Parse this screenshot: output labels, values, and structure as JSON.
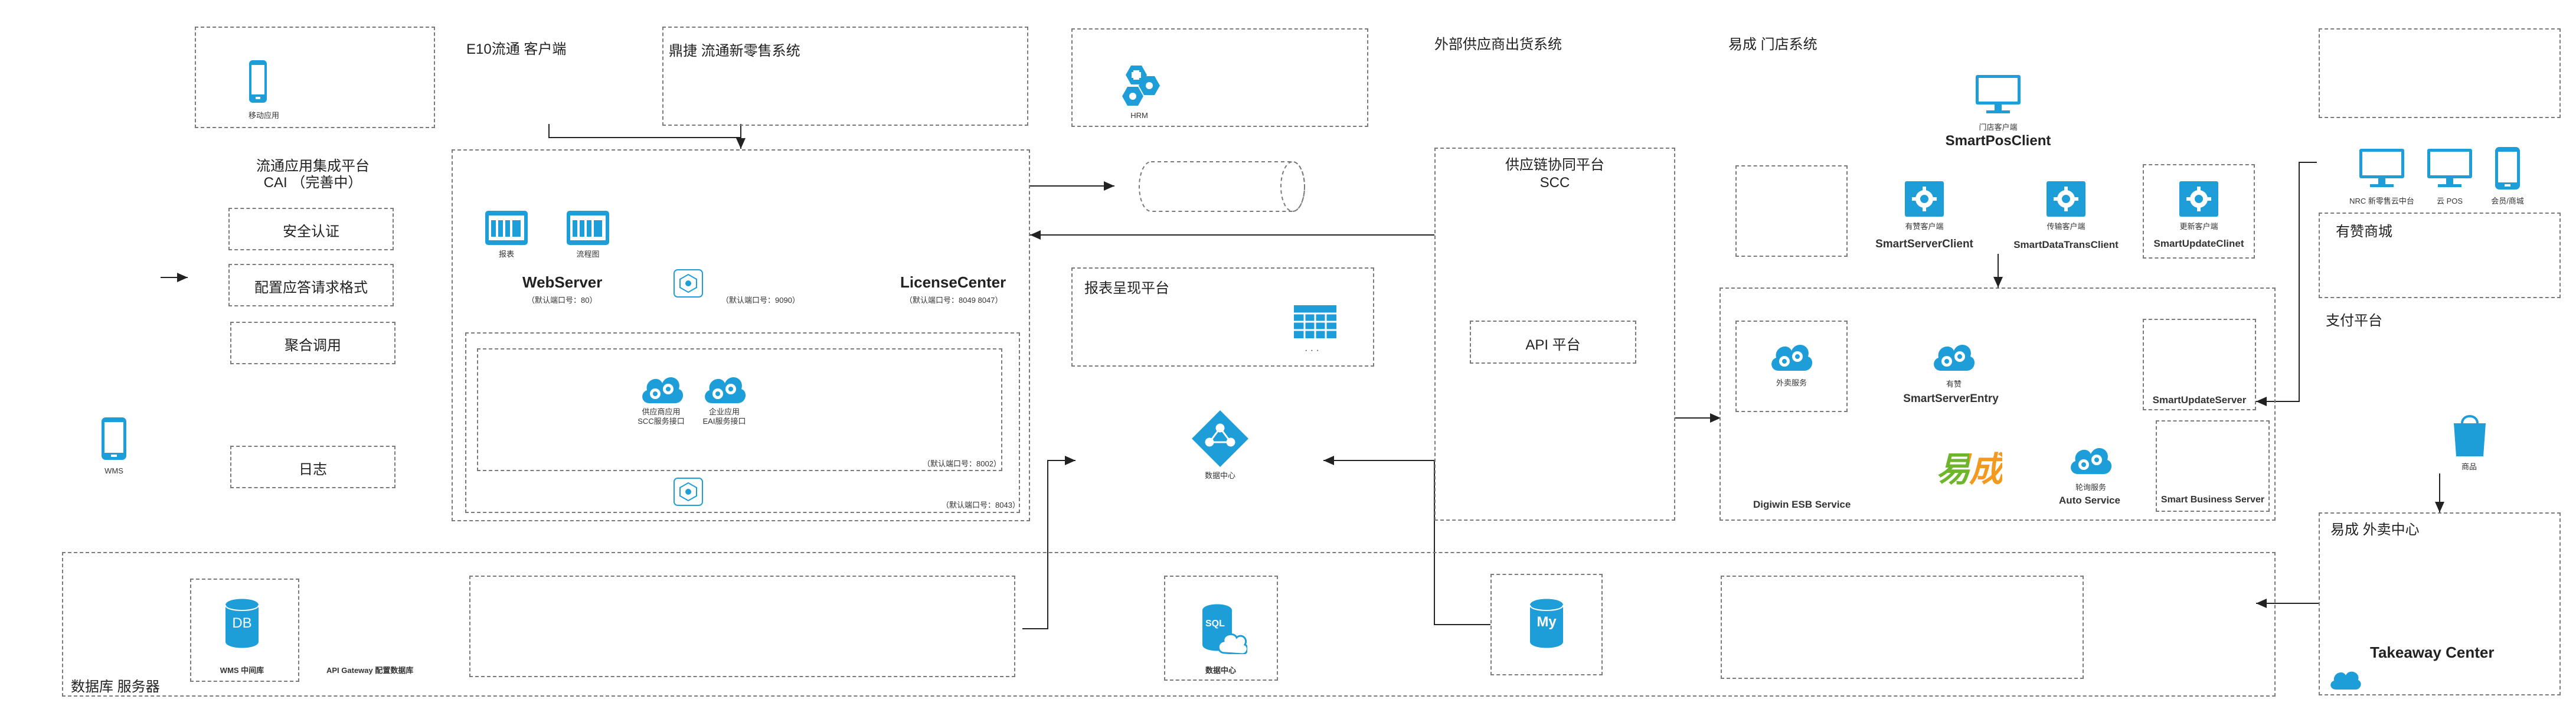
{
  "colors": {
    "accent": "#1e9ed8",
    "dash": "#7a7a7a",
    "line": "#222222",
    "yicheng_green": "#6fb52c",
    "yicheng_orange": "#f39a1e"
  },
  "top_labels": {
    "e10_client": "E10流通  客户端",
    "dingjie": "鼎捷 流通新零售系统",
    "external_supplier": "外部供应商出货系统",
    "yicheng_store": "易成  门店系统"
  },
  "icons": {
    "mobile_app": "移动应用",
    "hrm": "HRM",
    "wms": "WMS",
    "report": "报表",
    "process": "流程图",
    "supply_service": "供应商应用\nSCC服务接口",
    "enterprise_service": "企业应用\nEAI服务接口",
    "data_center": "数据中心",
    "wms_db": "WMS 中间库",
    "api_gateway": "API Gateway  配置数据库",
    "sql_data_center": "数据中心",
    "store_client_small": "门店客户端",
    "takeaway_service": "外卖服务",
    "entry_small": "有赞",
    "relay_service": "轮询服务",
    "server_client_small": "有赞客户端",
    "trans_client_small": "传输客户端",
    "update_client_small": "更新客户端",
    "nrc": "NRC 新零售云中台",
    "cloud_pos": "云 POS",
    "member_mall": "会员/商城",
    "mall_bag": "商品"
  },
  "cai": {
    "title": "流通应用集成平台\nCAI  （完善中）",
    "items": [
      "安全认证",
      "配置应答请求格式",
      "聚合调用",
      "日志"
    ]
  },
  "webserver": {
    "name": "WebServer",
    "port": "（默认端口号：80）",
    "port2": "（默认端口号：9090）"
  },
  "license": {
    "name": "LicenseCenter",
    "port": "（默认端口号：8049  8047）"
  },
  "inner_ports": {
    "p8002": "（默认端口号：8002）",
    "p8043": "（默认端口号：8043）"
  },
  "report_platform": "报表呈现平台",
  "scc": {
    "title": "供应链协同平台\nSCC",
    "api": "API 平台"
  },
  "smart": {
    "pos_client": "SmartPosClient",
    "server_client": "SmartServerClient",
    "data_trans_client": "SmartDataTransClient",
    "update_client": "SmartUpdateClinet",
    "entry": "SmartServerEntry",
    "update_server": "SmartUpdateServer",
    "esb": "Digiwin ESB Service",
    "auto": "Auto Service",
    "business": "Smart Business Server"
  },
  "yicheng_logo": "易成",
  "right_labels": {
    "youzan": "有赞商城",
    "payment": "支付平台",
    "takeaway_center": "易成  外卖中心",
    "takeaway_en": "Takeaway Center"
  },
  "db_label": "数据库  服务器",
  "db_text": "DB",
  "sql_text": "SQL",
  "my_text": "My",
  "dots": "· · ·"
}
